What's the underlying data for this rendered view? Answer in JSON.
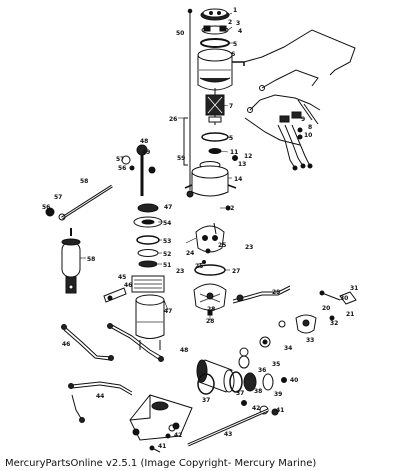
{
  "footer": {
    "caption": "MercuryPartsOnline v2.5.1 (Image Copyright- Mercury Marine)"
  },
  "callouts": {
    "c1": "1",
    "c2": "2",
    "c3": "3",
    "c4": "4",
    "c5": "5",
    "c6": "6",
    "c7": "7",
    "c8": "8",
    "c9": "9",
    "c10": "10",
    "c11": "11",
    "c12": "12",
    "c13": "13",
    "c14": "14",
    "c20": "20",
    "c21": "21",
    "c22": "22",
    "c23": "23",
    "c24": "24",
    "c25": "25",
    "c26": "26",
    "c27": "27",
    "c28": "28",
    "c29": "29",
    "c30": "30",
    "c31": "31",
    "c32": "32",
    "c33": "33",
    "c34": "34",
    "c35": "35",
    "c36": "36",
    "c37": "37",
    "c38": "38",
    "c39": "39",
    "c40": "40",
    "c41": "41",
    "c42": "42",
    "c43": "43",
    "c44": "44",
    "c45": "45",
    "c46": "46",
    "c47": "47",
    "c48": "48",
    "c49": "49",
    "c50": "50",
    "c51": "51",
    "c52": "52",
    "c53": "53",
    "c54": "54",
    "c55": "55",
    "c56": "56",
    "c57": "57",
    "c58": "58",
    "c59": "59"
  }
}
